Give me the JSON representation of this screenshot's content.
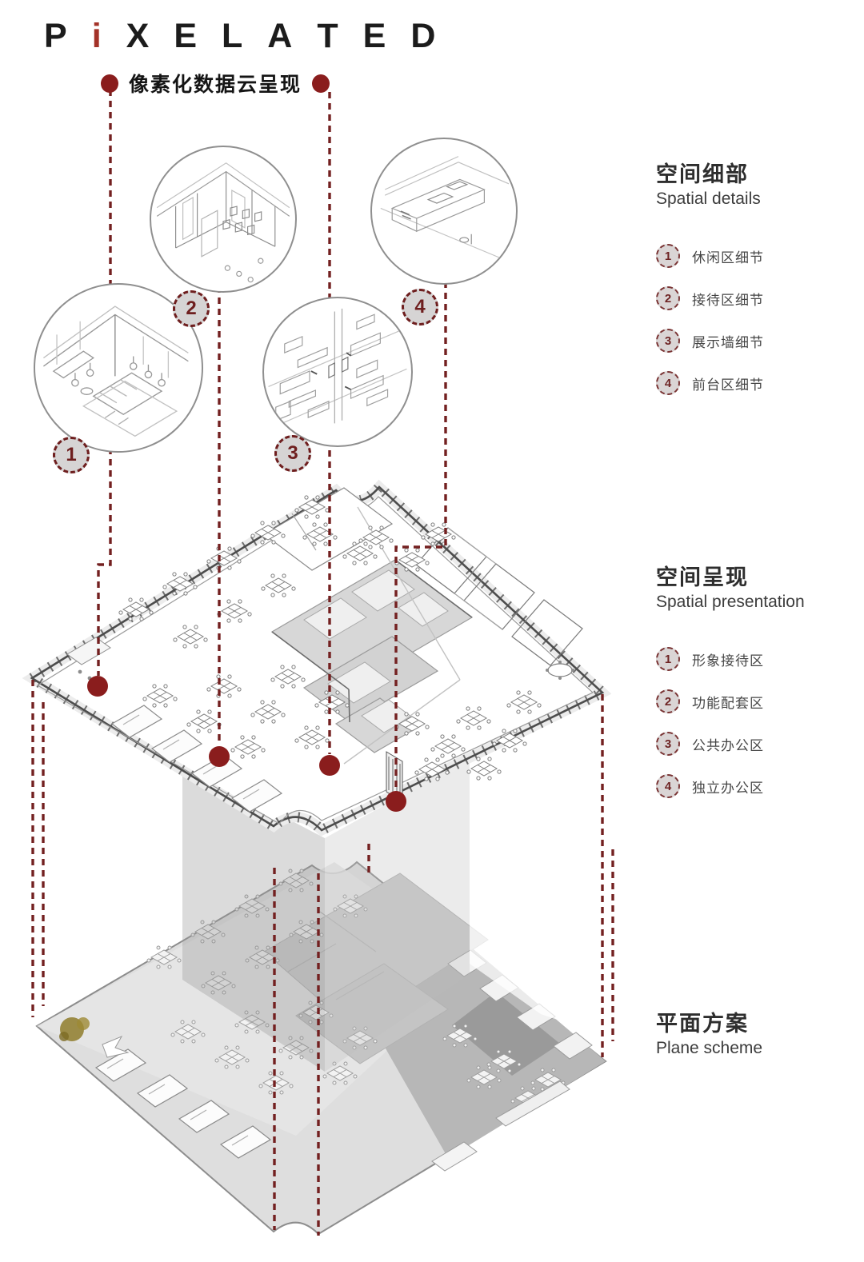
{
  "title": {
    "letters": [
      "P",
      "i",
      "X",
      "E",
      "L",
      "A",
      "T",
      "E",
      "D"
    ],
    "red_letter": "i",
    "subtitle": "像素化数据云呈现"
  },
  "callout_badges": [
    "1",
    "2",
    "3",
    "4"
  ],
  "panels": {
    "details": {
      "heading_zh": "空间细部",
      "heading_en": "Spatial details",
      "items": [
        {
          "num": "1",
          "label": "休闲区细节"
        },
        {
          "num": "2",
          "label": "接待区细节"
        },
        {
          "num": "3",
          "label": "展示墙细节"
        },
        {
          "num": "4",
          "label": "前台区细节"
        }
      ]
    },
    "presentation": {
      "heading_zh": "空间呈现",
      "heading_en": "Spatial presentation",
      "items": [
        {
          "num": "1",
          "label": "形象接待区"
        },
        {
          "num": "2",
          "label": "功能配套区"
        },
        {
          "num": "3",
          "label": "公共办公区"
        },
        {
          "num": "4",
          "label": "独立办公区"
        }
      ]
    },
    "plane": {
      "heading_zh": "平面方案",
      "heading_en": "Plane scheme"
    }
  },
  "colors": {
    "maroon_line": "#732020",
    "maroon_dot": "#8a1d1d",
    "badge_fill": "#d6d4d4",
    "gold_blob": "#8f7c2c"
  }
}
